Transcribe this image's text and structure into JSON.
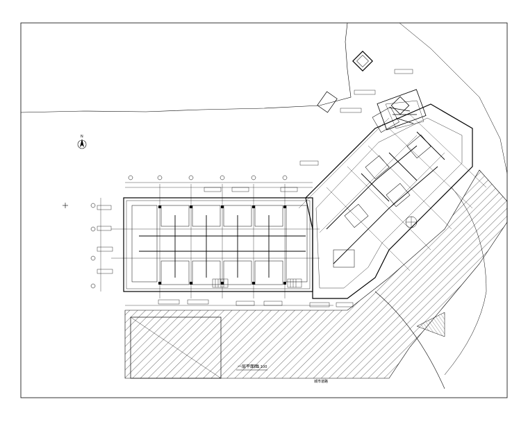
{
  "drawing": {
    "sheet_type": "CAD floor plan (HVAC layout)",
    "plan_title": "一层平面图",
    "plan_scale": "1:100",
    "north_arrow_label": "N",
    "road_label": "城市道路",
    "colors": {
      "line": "#000000",
      "background": "#ffffff"
    }
  }
}
